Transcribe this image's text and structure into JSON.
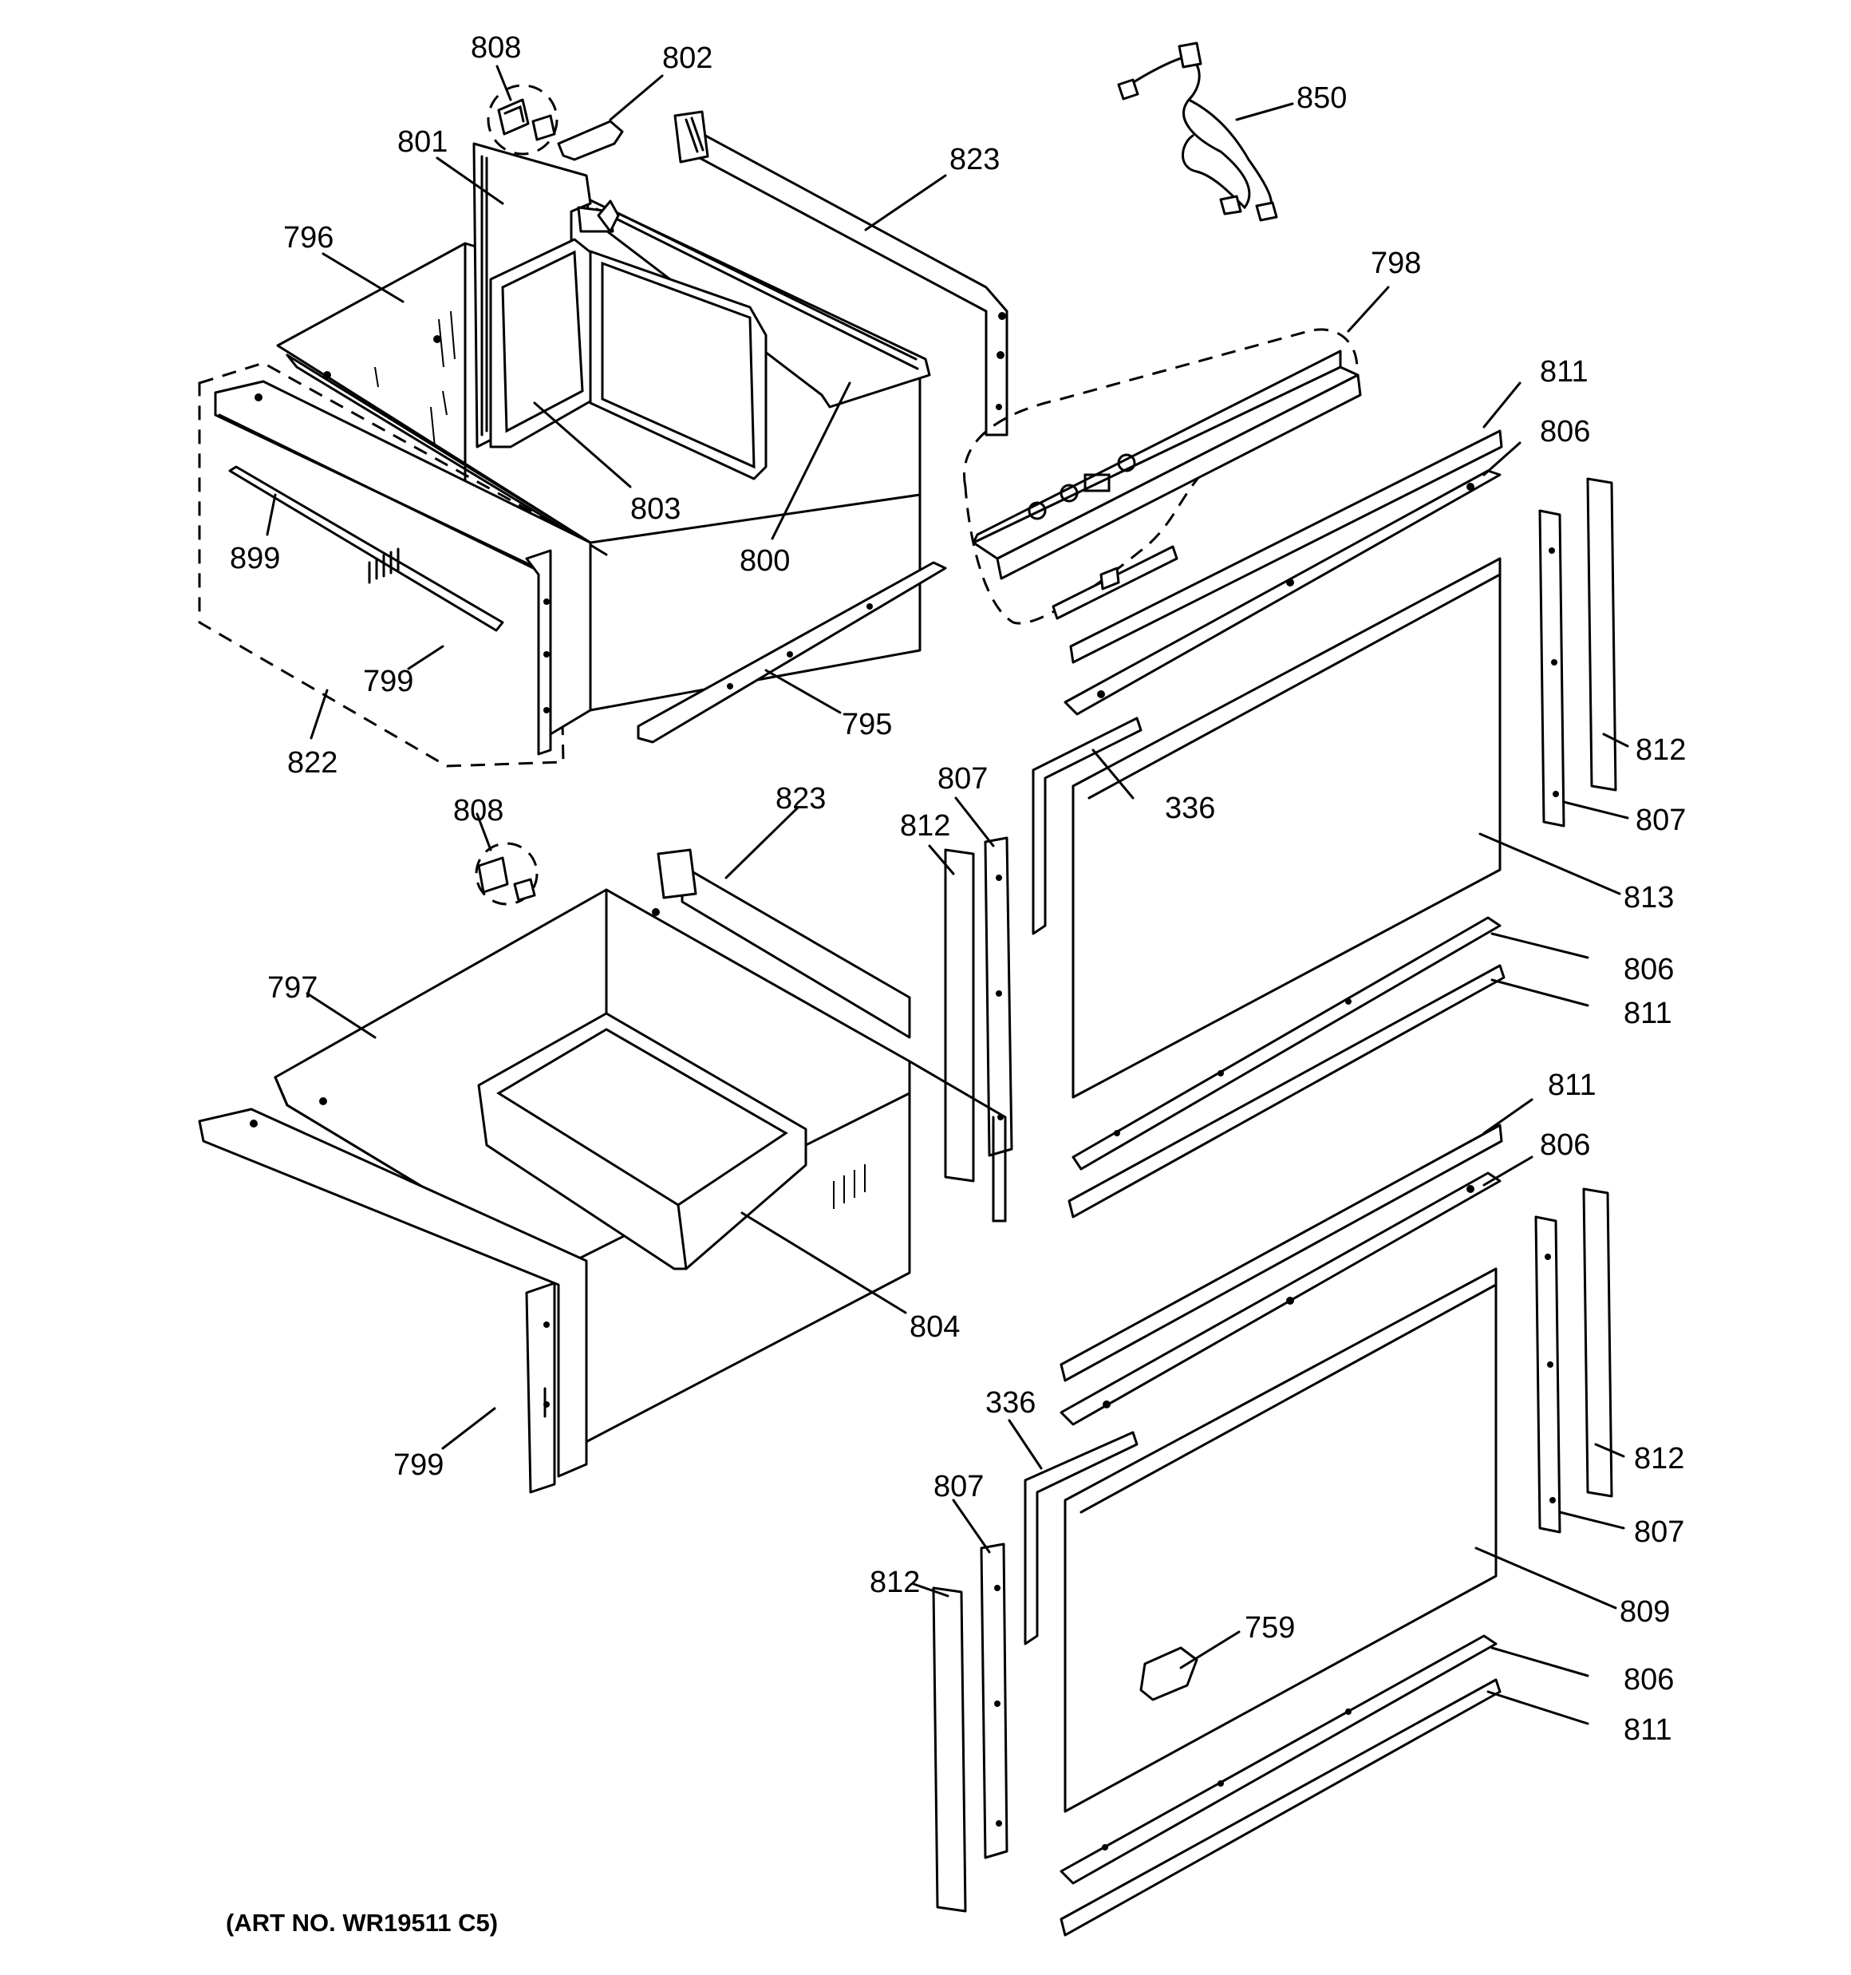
{
  "labels": {
    "l_808a": "808",
    "l_802": "802",
    "l_801": "801",
    "l_796": "796",
    "l_823a": "823",
    "l_850": "850",
    "l_798": "798",
    "l_803": "803",
    "l_800": "800",
    "l_899": "899",
    "l_799a": "799",
    "l_822": "822",
    "l_795": "795",
    "l_811a": "811",
    "l_806a": "806",
    "l_812a": "812",
    "l_807a": "807",
    "l_336a": "336",
    "l_807b": "807",
    "l_812b": "812",
    "l_813": "813",
    "l_808b": "808",
    "l_823b": "823",
    "l_797": "797",
    "l_806b": "806",
    "l_811b": "811",
    "l_811c": "811",
    "l_806c": "806",
    "l_804": "804",
    "l_799b": "799",
    "l_336b": "336",
    "l_812c": "812",
    "l_807c": "807",
    "l_807d": "807",
    "l_809": "809",
    "l_812d": "812",
    "l_759": "759",
    "l_806d": "806",
    "l_811d": "811"
  },
  "art_number": "(ART NO. WR19511 C5)"
}
